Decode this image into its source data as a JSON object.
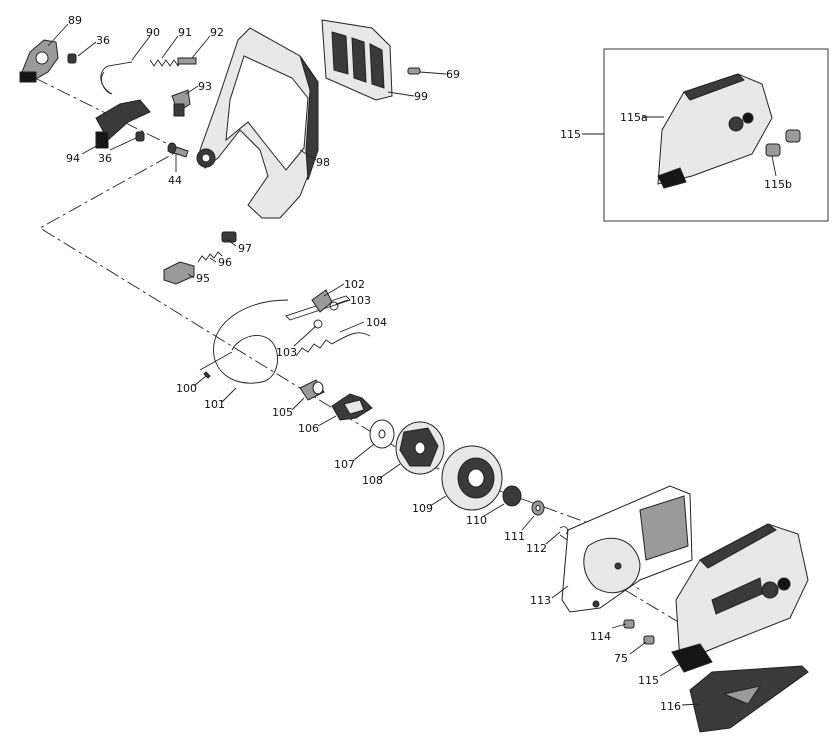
{
  "labels": {
    "p89": "89",
    "p36a": "36",
    "p90": "90",
    "p91": "91",
    "p92": "92",
    "p93": "93",
    "p94": "94",
    "p36b": "36",
    "p44": "44",
    "p98": "98",
    "p99": "99",
    "p69": "69",
    "p97": "97",
    "p96": "96",
    "p95": "95",
    "p102": "102",
    "p103a": "103",
    "p104": "104",
    "p103b": "103",
    "p100": "100",
    "p101": "101",
    "p105": "105",
    "p106": "106",
    "p107": "107",
    "p108": "108",
    "p109": "109",
    "p110": "110",
    "p111": "111",
    "p112": "112",
    "p113": "113",
    "p114": "114",
    "p75": "75",
    "p115": "115",
    "p116": "116",
    "p115_inset": "115",
    "p115a": "115a",
    "p115b": "115b"
  },
  "colors": {
    "line": "#222222",
    "part_light": "#e8e8e8",
    "part_mid": "#9a9a9a",
    "part_dark": "#3a3a3a"
  }
}
